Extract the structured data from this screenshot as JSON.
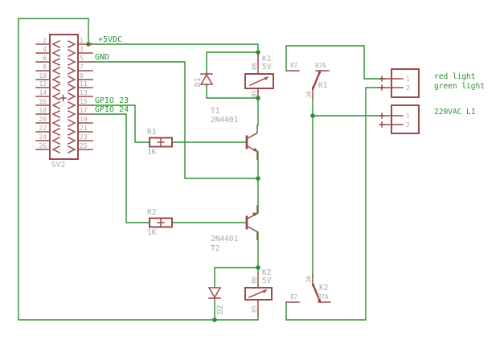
{
  "schematic": {
    "colors": {
      "wire_green": "#2d8f33",
      "part_red": "#9b4a4a",
      "label_gray": "#a9a9a9",
      "background": "#ffffff"
    },
    "sv2": {
      "name": "SV2",
      "left_pins": [
        "2",
        "4",
        "6",
        "8",
        "10",
        "12",
        "14",
        "16",
        "18",
        "20",
        "22",
        "24",
        "26"
      ],
      "right_pins": [
        "1",
        "3",
        "5",
        "7",
        "9",
        "11",
        "13",
        "15",
        "17",
        "19",
        "21",
        "23",
        "25"
      ]
    },
    "nets": {
      "vcc": "+5VDC",
      "gnd": "GND",
      "gpio23": "GPIO 23",
      "gpio24": "GPIO 24"
    },
    "diodes": {
      "d1": "D1",
      "d2": "D2"
    },
    "resistors": {
      "r1": {
        "name": "R1",
        "value": "1K"
      },
      "r2": {
        "name": "R2",
        "value": "1K"
      }
    },
    "transistors": {
      "t1": {
        "name": "T1",
        "value": "2N4401"
      },
      "t2": {
        "name": "T2",
        "value": "2N4401"
      }
    },
    "relays": {
      "k1": {
        "coil_name": "K1",
        "coil_value": "5V",
        "pin_86": "86",
        "pin_85": "85",
        "switch_name": "K1",
        "contact_87": "87",
        "contact_87a": "87A",
        "contact_30": "30"
      },
      "k2": {
        "coil_name": "K2",
        "coil_value": "5V",
        "pin_86": "86",
        "pin_85": "85",
        "switch_name": "K2",
        "contact_87": "87",
        "contact_87a": "87A",
        "contact_30": "30"
      }
    },
    "connectors": {
      "light": {
        "pin1": "1",
        "pin2": "2",
        "label_line1": "red light",
        "label_line2": "green light"
      },
      "mains": {
        "pin1": "1",
        "pin2": "2",
        "label": "220VAC L1"
      }
    }
  }
}
